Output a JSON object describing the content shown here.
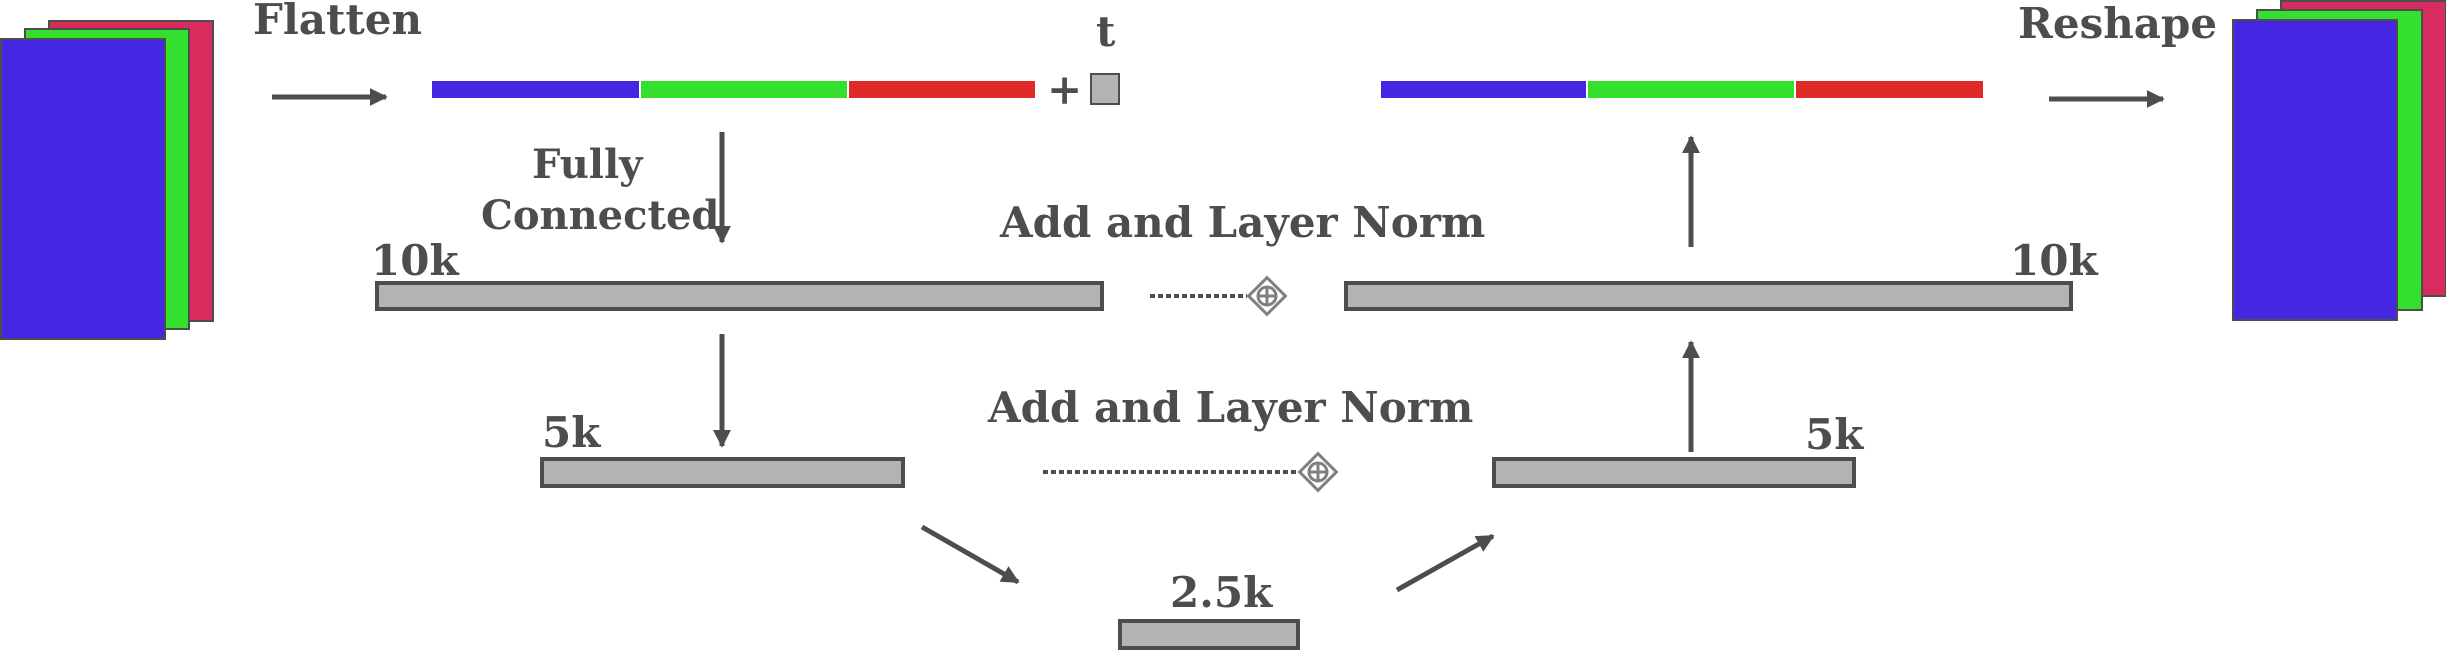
{
  "colors": {
    "blue": "#4527e3",
    "green": "#33e02d",
    "red": "#e02a2a",
    "pink": "#d92c5e",
    "gray": "#b3b3b3",
    "dark": "#4d4d4d"
  },
  "labels": {
    "flatten": "Flatten",
    "reshape": "Reshape",
    "t": "t",
    "plus": "+",
    "fully": "Fully",
    "connected": "Connected",
    "add_norm_top": "Add and Layer Norm",
    "add_norm_bottom": "Add and Layer Norm",
    "left_10k": "10k",
    "right_10k": "10k",
    "left_5k": "5k",
    "right_5k": "5k",
    "bottleneck": "2.5k"
  },
  "icons": {
    "input_stack": "layered-frames-icon",
    "output_stack": "layered-frames-icon",
    "skip_add": "circle-plus-icon"
  }
}
